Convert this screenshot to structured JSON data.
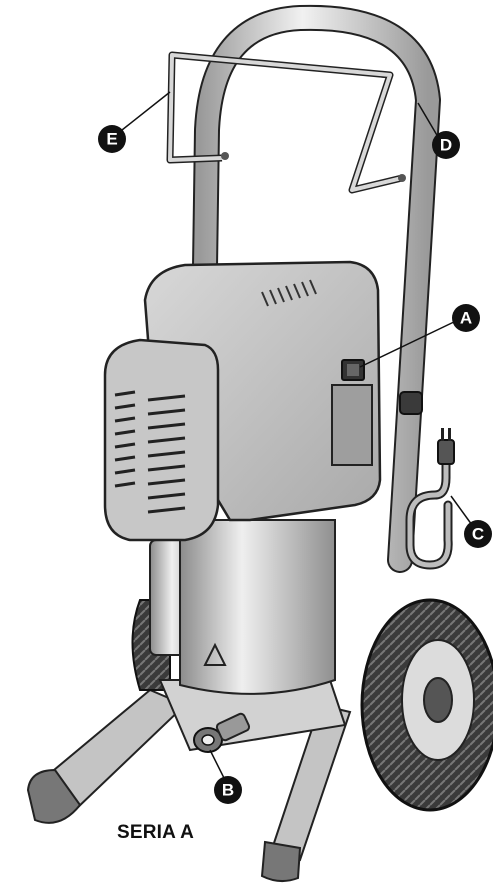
{
  "caption": "SERIA A",
  "callouts": [
    {
      "id": "A",
      "label": "A"
    },
    {
      "id": "B",
      "label": "B"
    },
    {
      "id": "C",
      "label": "C"
    },
    {
      "id": "D",
      "label": "D"
    },
    {
      "id": "E",
      "label": "E"
    }
  ],
  "colors": {
    "frame": "#c9c9c9",
    "body": "#b9b9b9",
    "tire": "#2a2a2a",
    "outline": "#222222",
    "callout": "#111111"
  }
}
